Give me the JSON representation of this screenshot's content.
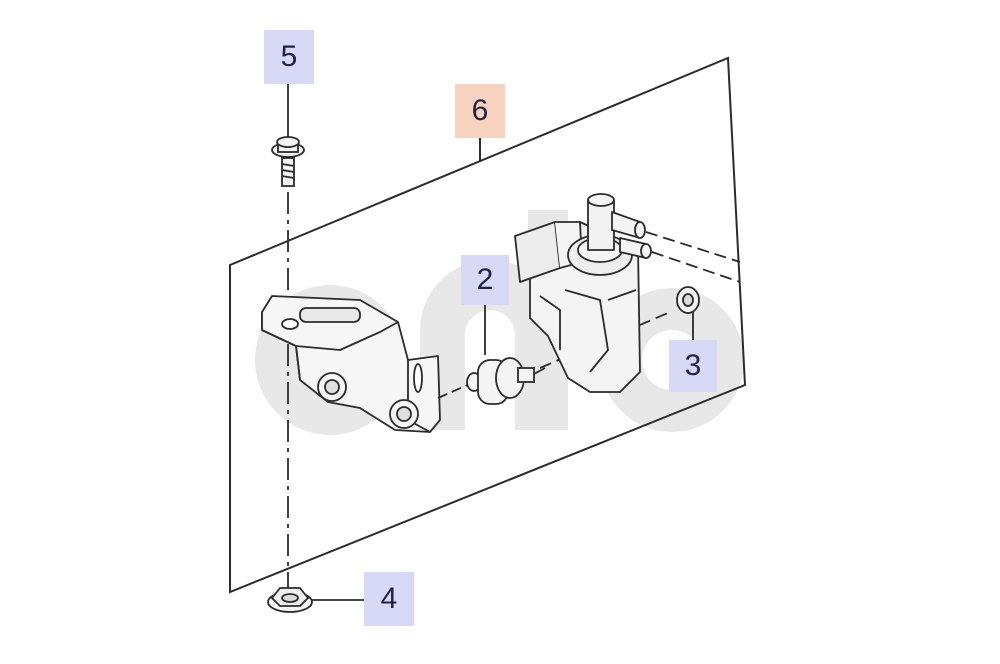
{
  "callouts": [
    {
      "id": "c5",
      "number": "5",
      "color": "#d7d9f7"
    },
    {
      "id": "c6",
      "number": "6",
      "color": "#f6d2bf"
    },
    {
      "id": "c2",
      "number": "2",
      "color": "#d7d9f7"
    },
    {
      "id": "c3",
      "number": "3",
      "color": "#d7d9f7"
    },
    {
      "id": "c4",
      "number": "4",
      "color": "#d7d9f7"
    }
  ],
  "colors": {
    "line": "#2b2b2b",
    "part_fill": "#f2f2f2",
    "watermark": "#e6e6e6",
    "callout_blue": "#d7d9f7",
    "callout_orange": "#f6d2bf"
  }
}
